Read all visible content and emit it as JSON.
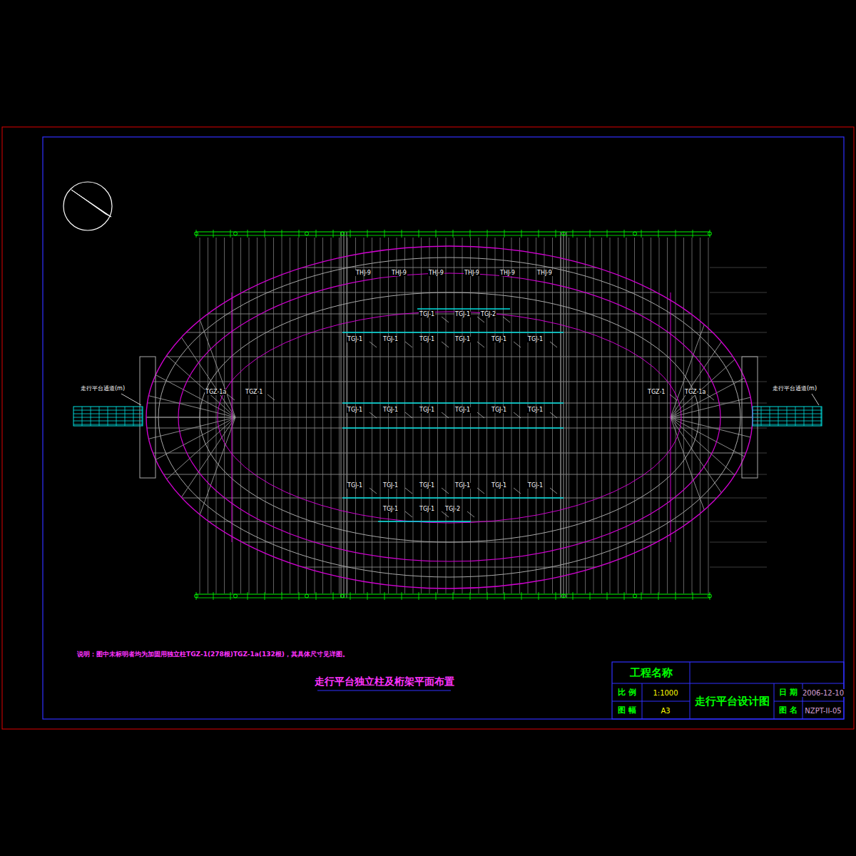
{
  "diagram": {
    "title": "走行平台独立柱及桁架平面布置",
    "labels": [
      "THJ-9",
      "THJ-9",
      "THJ-9",
      "THJ-9",
      "THJ-9",
      "THJ-9",
      "TGJ-1",
      "TGJ-1",
      "TGJ-2",
      "TGJ-1",
      "TGJ-1",
      "TGJ-1",
      "TGJ-1",
      "TGJ-1",
      "TGJ-1",
      "TGZ-1a",
      "TGZ-1",
      "TGZ-1",
      "TGZ-1a",
      "TGJ-1",
      "TGJ-1",
      "TGJ-1",
      "TGJ-1",
      "TGJ-1",
      "TGJ-1",
      "TGJ-1",
      "TGJ-1",
      "TGJ-1",
      "TGJ-1",
      "TGJ-1",
      "TGJ-1",
      "TGJ-1",
      "TGJ-1",
      "TGJ-2",
      "走行平台通道(m)",
      "走行平台通道(m)",
      "说明：图中未标明者均为加固用独立柱TGZ-1(278根)TGZ-1a(132根)，其具体尺寸见详图。",
      "工程名称",
      "比 例",
      "1:1000",
      "图 幅",
      "A3",
      "走行平台设计图",
      "日 期",
      "2006-12-10",
      "图 名",
      "NZPT-II-05"
    ]
  }
}
